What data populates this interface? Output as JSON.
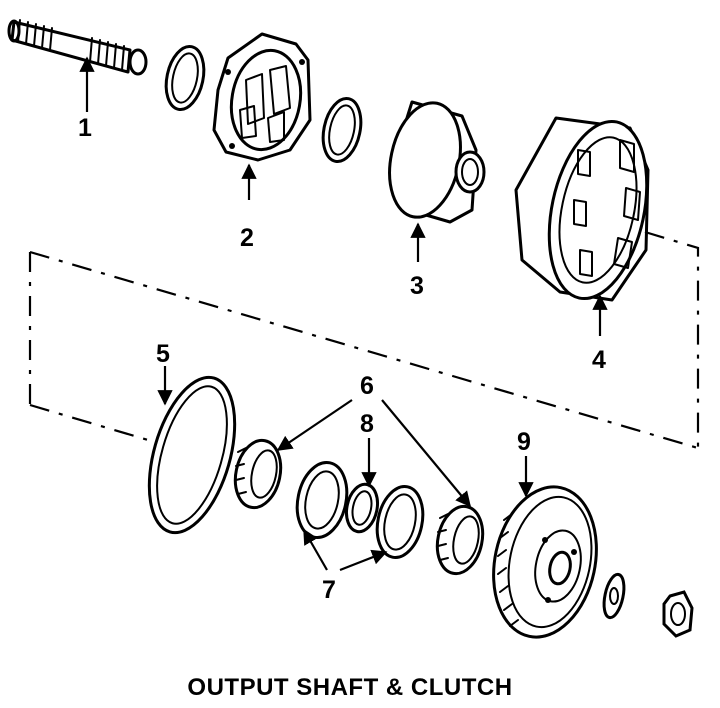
{
  "title": "OUTPUT SHAFT & CLUTCH",
  "callouts": {
    "c1": "1",
    "c2": "2",
    "c3": "3",
    "c4": "4",
    "c5": "5",
    "c6": "6",
    "c7": "7",
    "c8": "8",
    "c9": "9"
  }
}
